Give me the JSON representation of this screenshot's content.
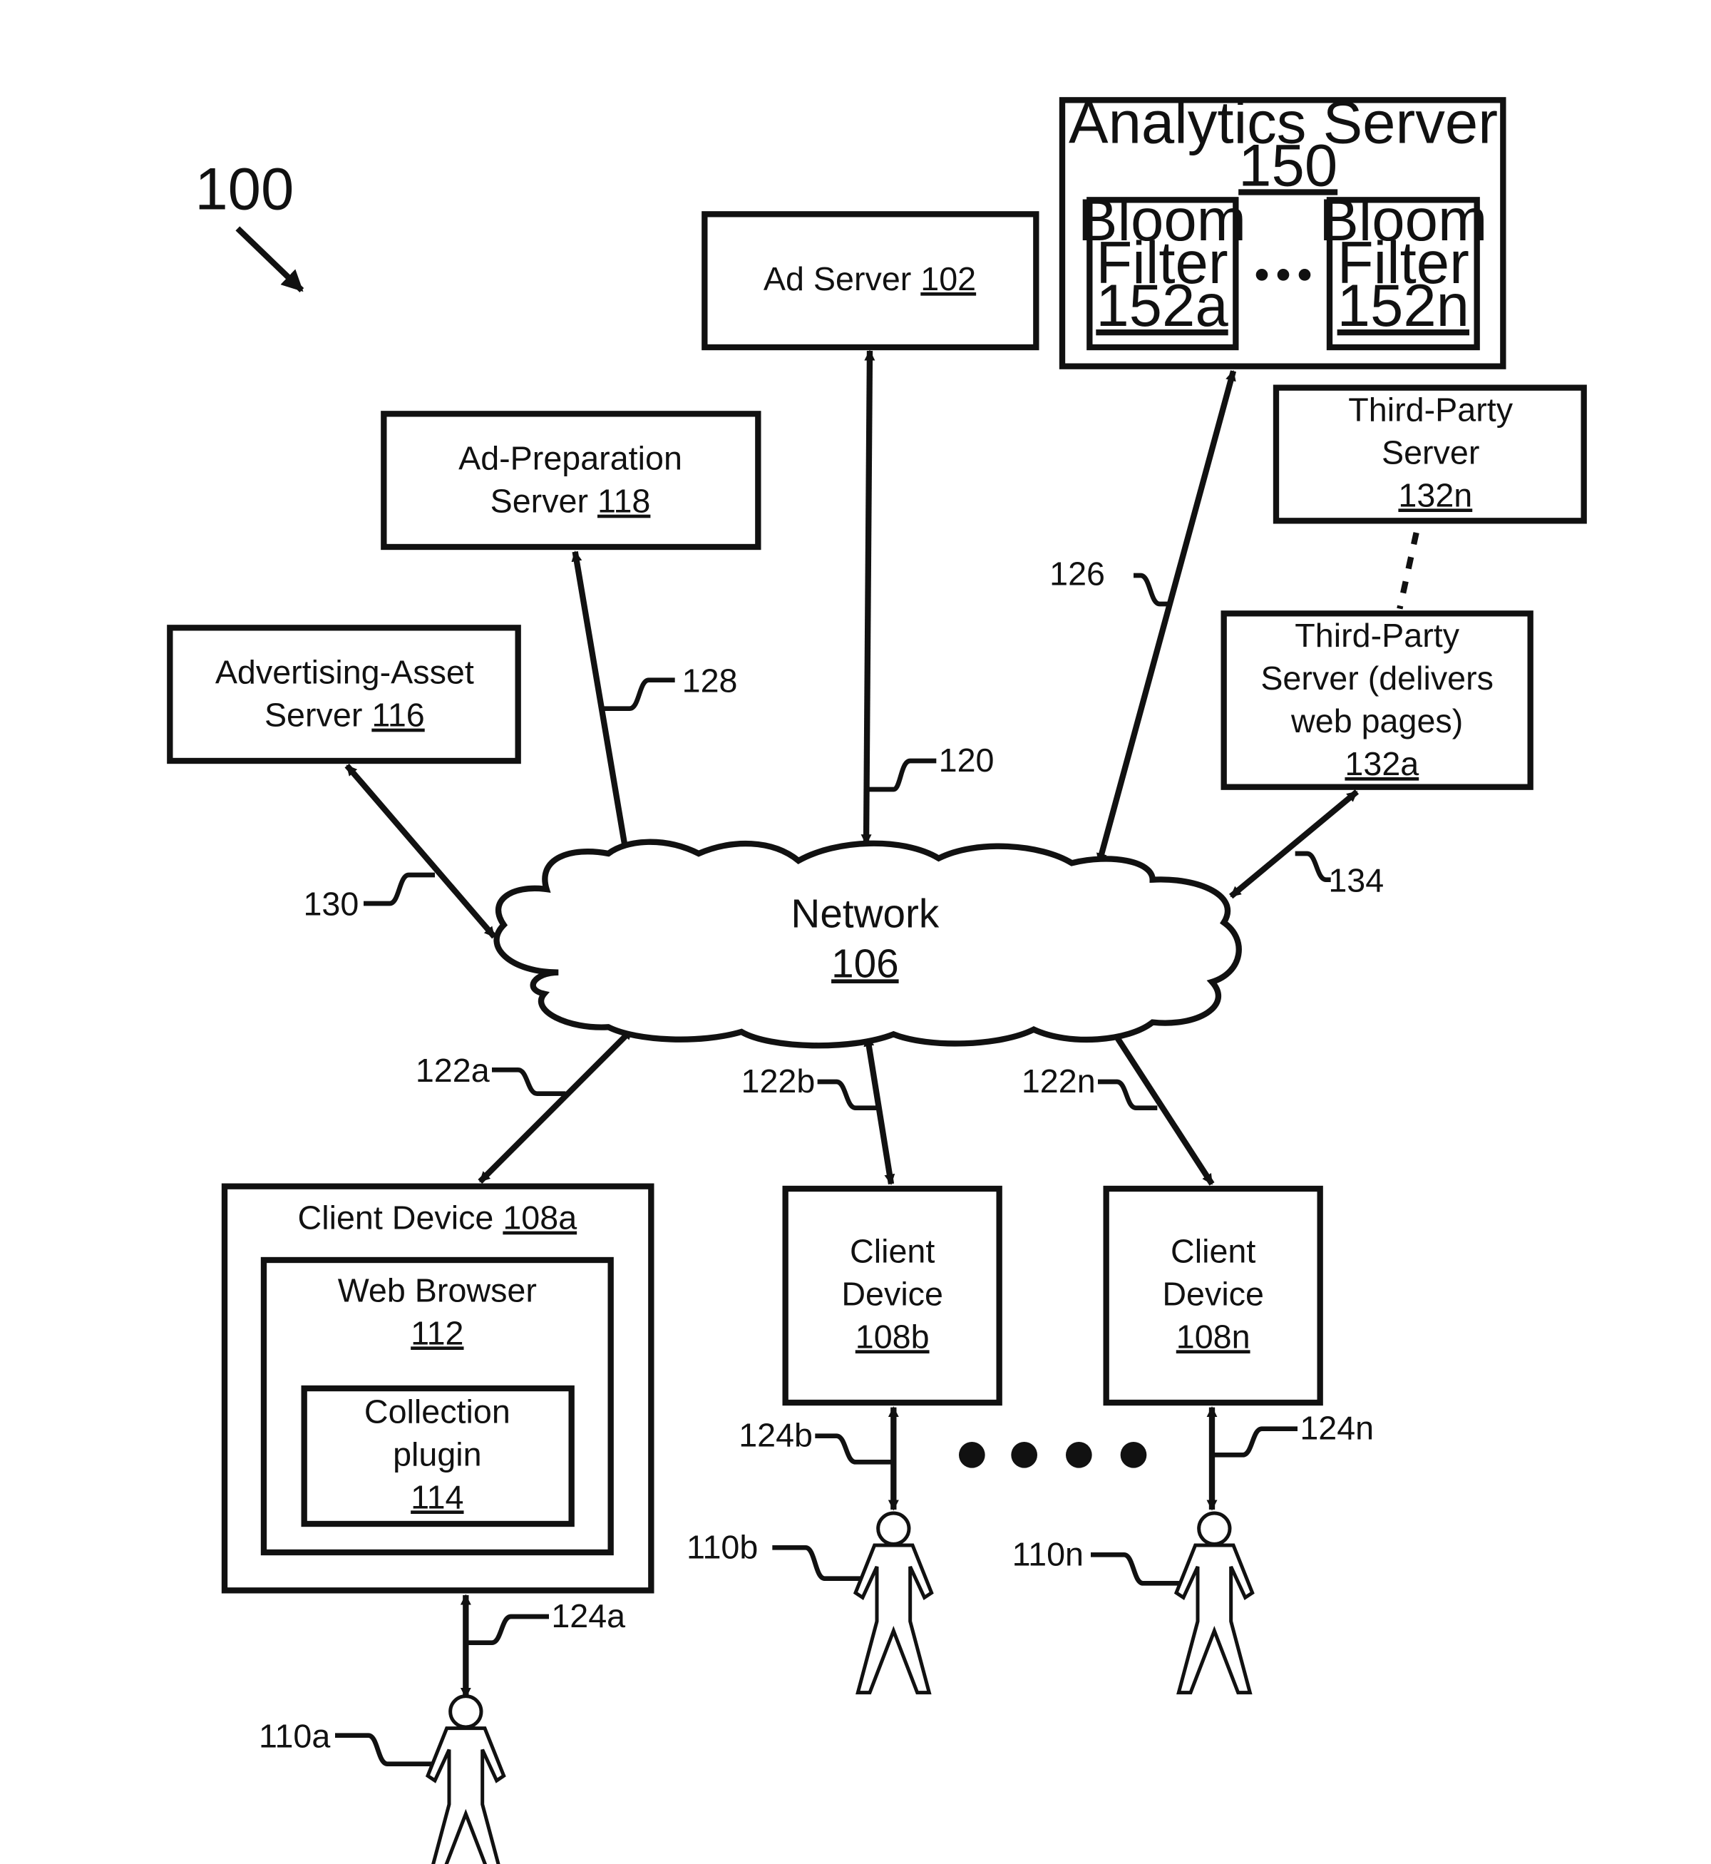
{
  "figure_ref": "100",
  "nodes": {
    "analytics_server": {
      "label": "Analytics Server",
      "num": "150"
    },
    "bloom_a": {
      "line1": "Bloom",
      "line2": "Filter",
      "num": "152a"
    },
    "bloom_n": {
      "line1": "Bloom",
      "line2": "Filter",
      "num": "152n"
    },
    "ad_server": {
      "label": "Ad Server",
      "num": "102"
    },
    "third_party_n": {
      "line1": "Third-Party",
      "line2": "Server",
      "num": "132n"
    },
    "third_party_a": {
      "line1": "Third-Party",
      "line2": "Server (delivers",
      "line3": "web pages)",
      "num": "132a"
    },
    "ad_prep_server": {
      "line1": "Ad-Preparation",
      "line2": "Server",
      "num": "118"
    },
    "asset_server": {
      "line1": "Advertising-Asset",
      "line2": "Server",
      "num": "116"
    },
    "network": {
      "label": "Network",
      "num": "106"
    },
    "client_a": {
      "label": "Client Device",
      "num": "108a"
    },
    "web_browser": {
      "label": "Web Browser",
      "num": "112"
    },
    "plugin": {
      "line1": "Collection",
      "line2": "plugin",
      "num": "114"
    },
    "client_b": {
      "line1": "Client",
      "line2": "Device",
      "num": "108b"
    },
    "client_n": {
      "line1": "Client",
      "line2": "Device",
      "num": "108n"
    }
  },
  "connections": {
    "c120": "120",
    "c122a": "122a",
    "c122b": "122b",
    "c122n": "122n",
    "c124a": "124a",
    "c124b": "124b",
    "c124n": "124n",
    "c126": "126",
    "c128": "128",
    "c130": "130",
    "c134": "134"
  },
  "users": {
    "u110a": "110a",
    "u110b": "110b",
    "u110n": "110n"
  }
}
